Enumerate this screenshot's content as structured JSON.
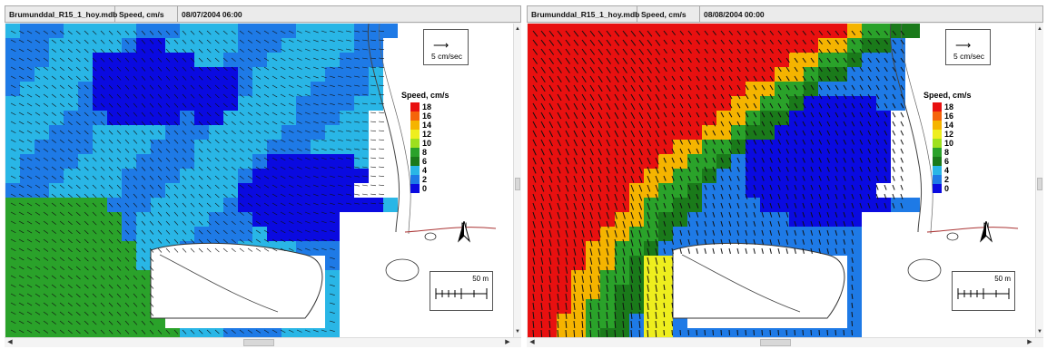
{
  "panels": [
    {
      "file": "Brumunddal_R15_1_hoy.mdb",
      "quantity": "Speed, cm/s",
      "datetime": "08/07/2004 06:00",
      "reference_label": "5 cm/sec",
      "scale_label": "50 m",
      "north_label": "N",
      "legend_title": "Speed, cm/s",
      "legend_values": [
        "18",
        "16",
        "14",
        "12",
        "10",
        "8",
        "6",
        "4",
        "2",
        "0"
      ],
      "scheme": "low"
    },
    {
      "file": "Brumunddal_R15_1_hoy.mdb",
      "quantity": "Speed, cm/s",
      "datetime": "08/08/2004 00:00",
      "reference_label": "5 cm/sec",
      "scale_label": "50 m",
      "north_label": "N",
      "legend_title": "Speed, cm/s",
      "legend_values": [
        "18",
        "16",
        "14",
        "12",
        "10",
        "8",
        "6",
        "4",
        "2",
        "0"
      ],
      "scheme": "high"
    }
  ],
  "legend_colors": [
    "#e81010",
    "#f5640a",
    "#f5b400",
    "#eeee1e",
    "#9ee01e",
    "#2aa22a",
    "#1a7a1a",
    "#29b6e6",
    "#1e7ae6",
    "#0a0ae0"
  ]
}
